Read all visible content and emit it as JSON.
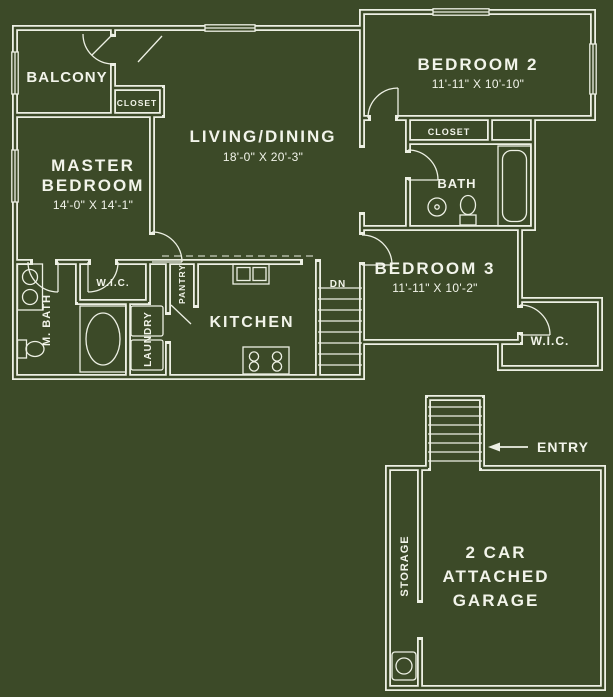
{
  "colors": {
    "background": "#3c4a28",
    "wall": "#edf0e4",
    "text": "#f2f4ea"
  },
  "rooms": {
    "balcony": {
      "label": "BALCONY"
    },
    "balcony_closet": {
      "label": "CLOSET"
    },
    "master_bedroom": {
      "line1": "MASTER",
      "line2": "BEDROOM",
      "dims": "14'-0\" X 14'-1\""
    },
    "living_dining": {
      "label": "LIVING/DINING",
      "dims": "18'-0\" X 20'-3\""
    },
    "bedroom_2": {
      "label": "BEDROOM 2",
      "dims": "11'-11\" X 10'-10\""
    },
    "hall_closet": {
      "label": "CLOSET"
    },
    "bath": {
      "label": "BATH"
    },
    "bedroom_3": {
      "label": "BEDROOM 3",
      "dims": "11'-11\" X 10'-2\""
    },
    "wic_bedroom3": {
      "label": "W.I.C."
    },
    "wic_master": {
      "label": "W.I.C."
    },
    "master_bath": {
      "label": "M. BATH"
    },
    "laundry": {
      "label": "LAUNDRY"
    },
    "pantry": {
      "label": "PANTRY"
    },
    "kitchen": {
      "label": "KITCHEN"
    },
    "stairs": {
      "label": "DN"
    },
    "storage": {
      "label": "STORAGE"
    },
    "garage": {
      "line1": "2 CAR",
      "line2": "ATTACHED",
      "line3": "GARAGE"
    },
    "entry": {
      "label": "ENTRY"
    }
  }
}
